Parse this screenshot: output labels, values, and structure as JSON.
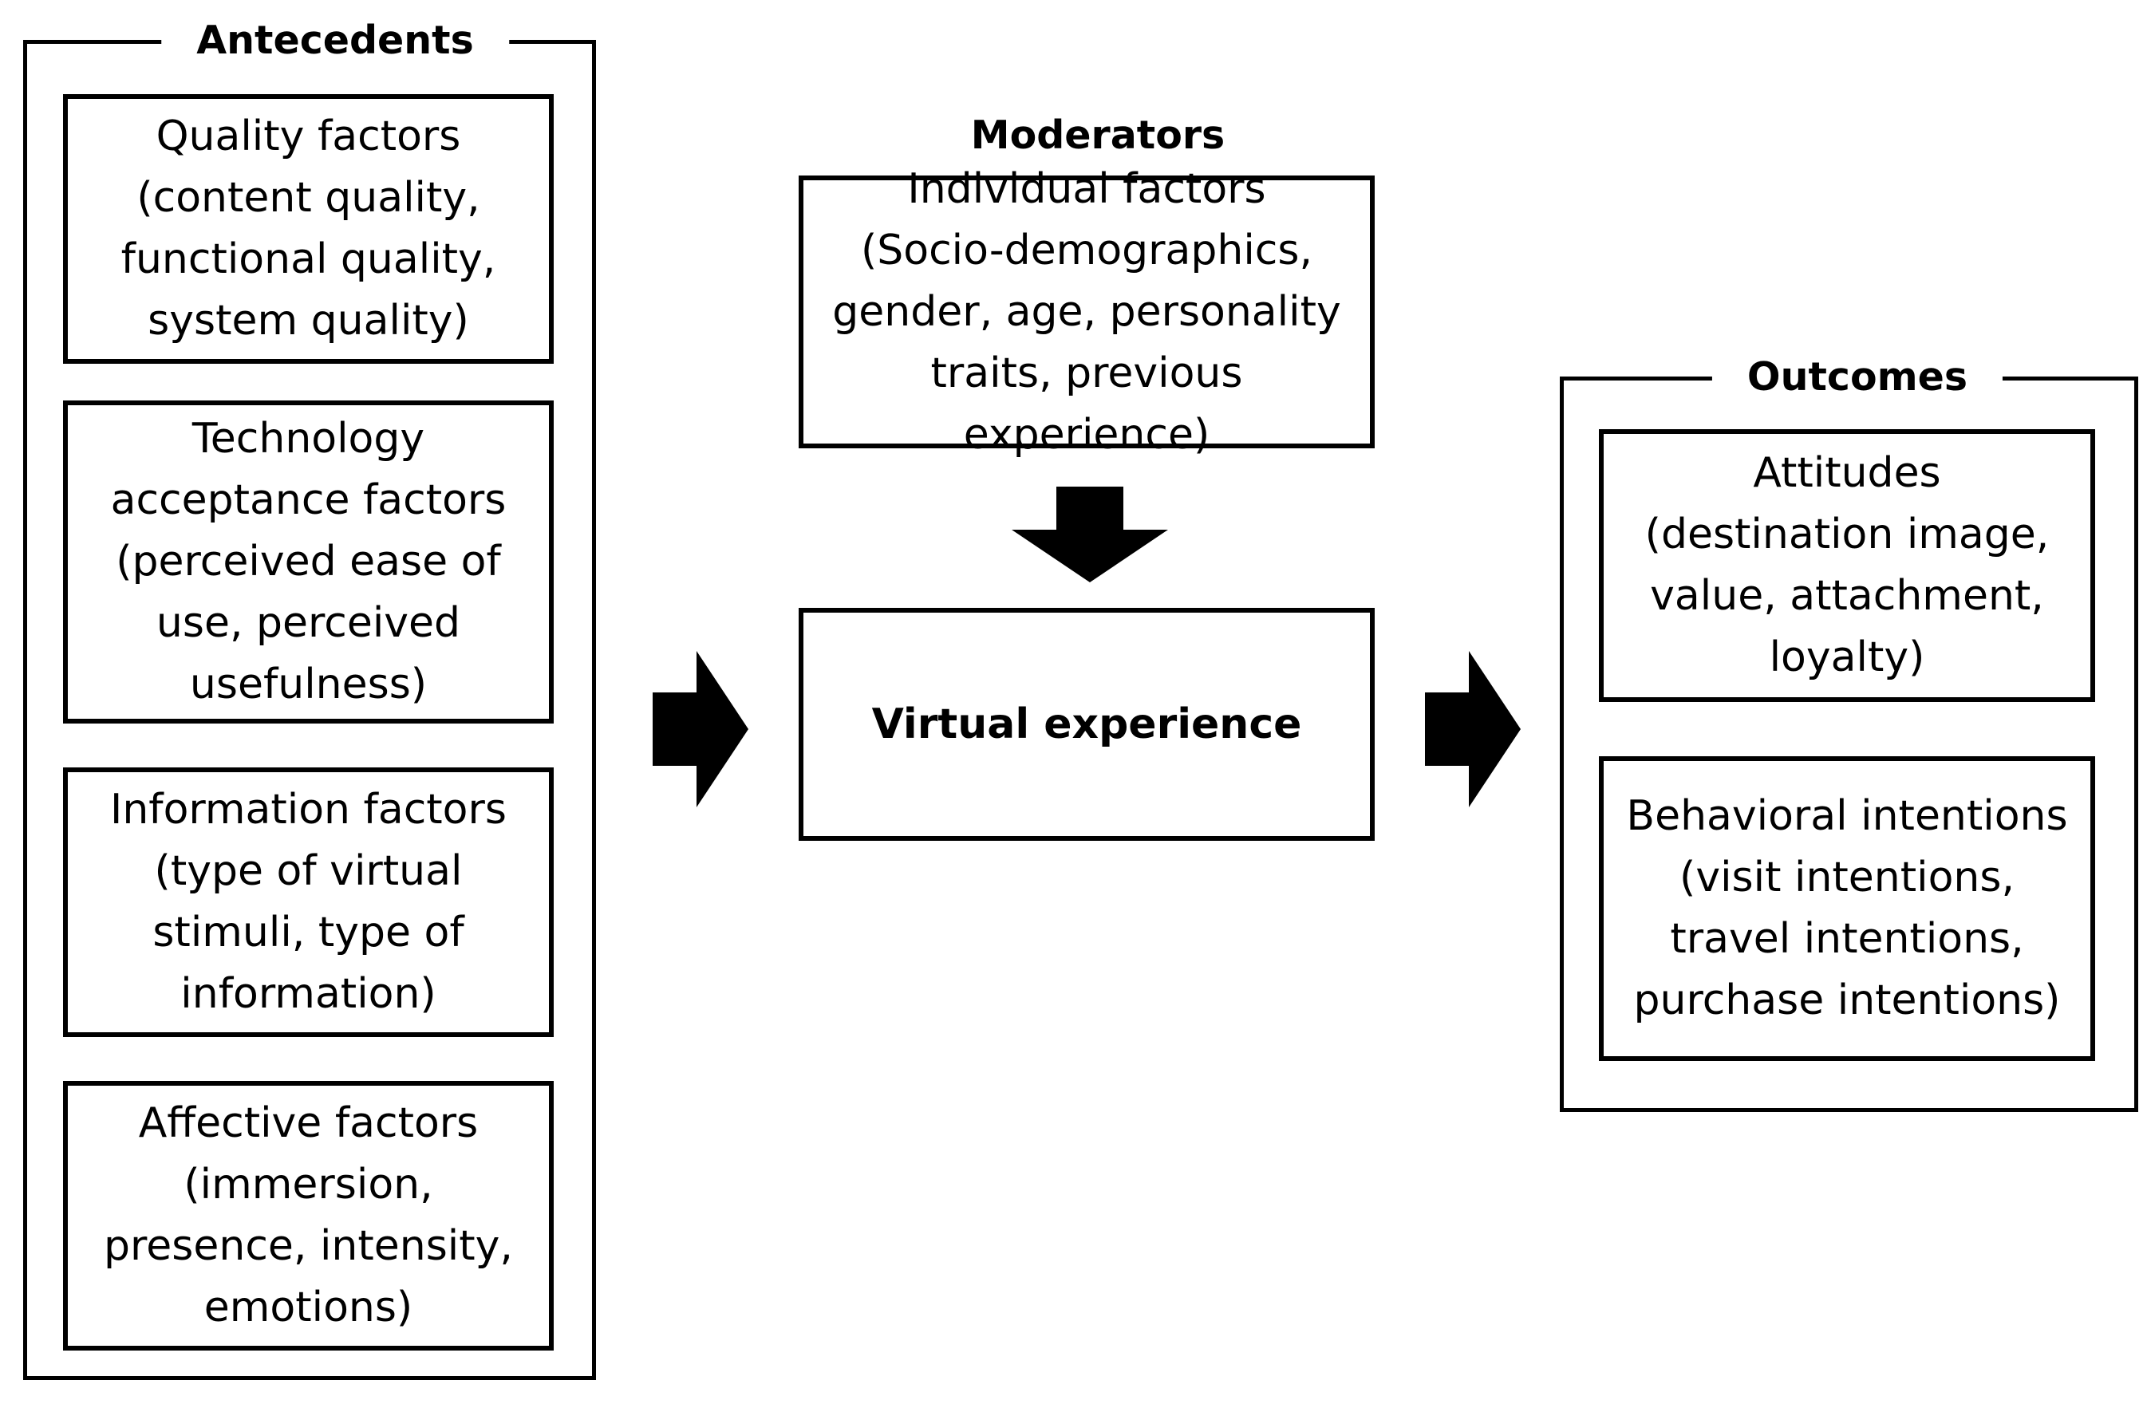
{
  "antecedents": {
    "title": "Antecedents",
    "items": [
      {
        "label": "Quality factors (content quality, functional quality, system quality)"
      },
      {
        "label": "Technology acceptance factors (perceived ease of use, perceived usefulness)"
      },
      {
        "label": "Information factors (type of virtual stimuli, type of information)"
      },
      {
        "label": "Affective factors (immersion, presence, intensity, emotions)"
      }
    ]
  },
  "moderators": {
    "title": "Moderators",
    "label": "Individual factors (Socio-demographics, gender, age, personality traits, previous experience)"
  },
  "center": {
    "label": "Virtual experience"
  },
  "outcomes": {
    "title": "Outcomes",
    "items": [
      {
        "label": "Attitudes (destination image, value, attachment, loyalty)"
      },
      {
        "label": "Behavioral intentions (visit intentions, travel intentions, purchase intentions)"
      }
    ]
  },
  "colors": {
    "stroke": "#000000",
    "background": "#ffffff"
  }
}
